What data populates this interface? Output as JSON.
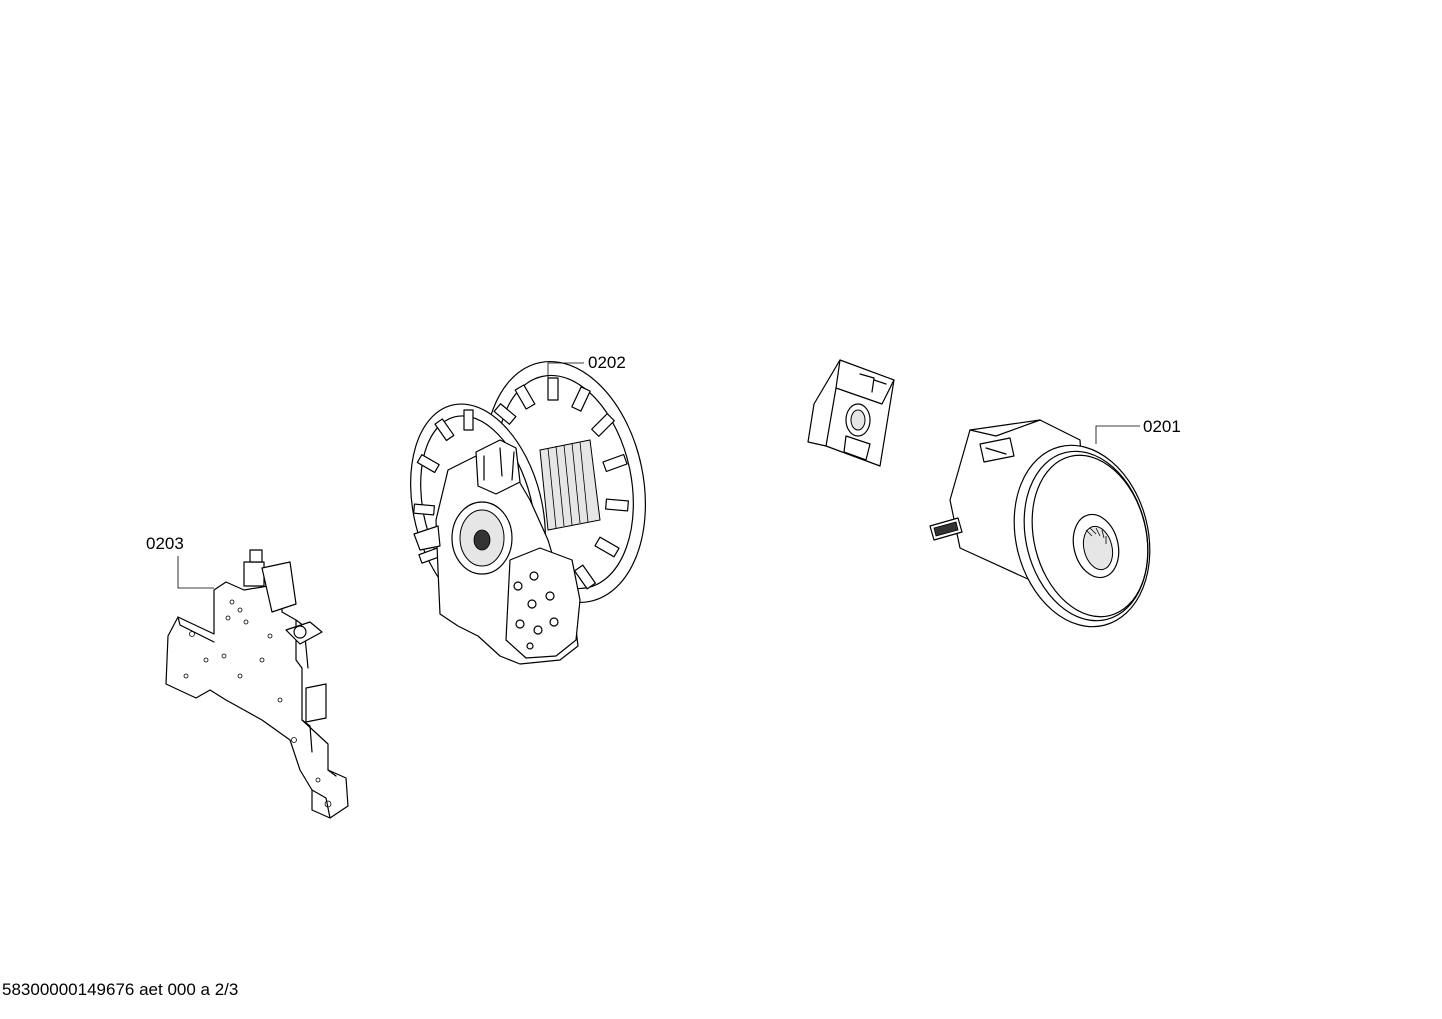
{
  "callouts": [
    {
      "id": "0201",
      "label": "0201"
    },
    {
      "id": "0202",
      "label": "0202"
    },
    {
      "id": "0203",
      "label": "0203"
    }
  ],
  "footer": {
    "text": "58300000149676 aet 000 a 2/3"
  }
}
